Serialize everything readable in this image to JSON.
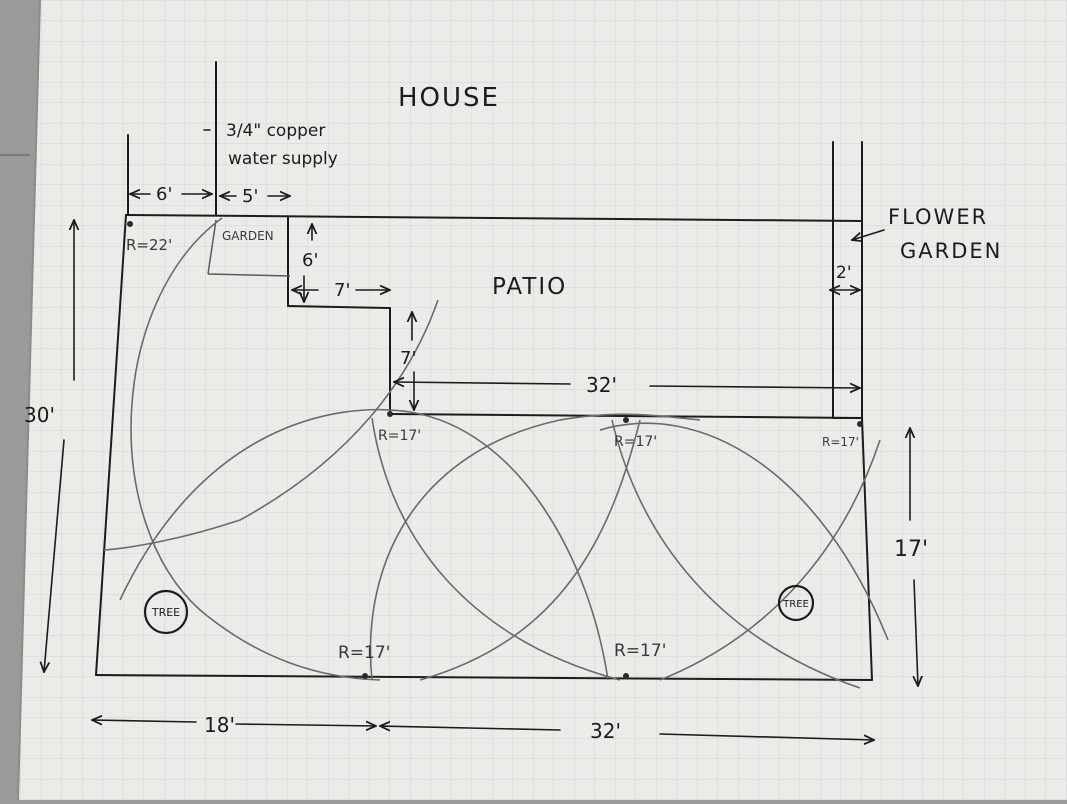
{
  "labels": {
    "house": "HOUSE",
    "water_supply_line1": "3/4\" copper",
    "water_supply_line2": "water supply",
    "flower_garden_line1": "FLOWER",
    "flower_garden_line2": "GARDEN",
    "patio": "PATIO",
    "garden": "GARDEN",
    "tree_left": "TREE",
    "tree_right": "TREE"
  },
  "dimensions": {
    "d_6_top": "6'",
    "d_5_top": "5'",
    "d_6_vertical": "6'",
    "d_7_horizontal": "7'",
    "d_7_vertical": "7'",
    "d_32_patio": "32'",
    "d_2_flower": "2'",
    "d_30_left": "30'",
    "d_17_right": "17'",
    "d_18_bottom": "18'",
    "d_32_bottom": "32'"
  },
  "sprinkler_radii": {
    "r_corner": "R=22'",
    "r_patio_left": "R=17'",
    "r_patio_mid": "R=17'",
    "r_patio_right": "R=17'",
    "r_bottom_left": "R=17'",
    "r_bottom_right": "R=17'"
  },
  "colors": {
    "paper": "#ecebe8",
    "grid": "#cfd3d8",
    "ink": "#1c1c1c",
    "pencil": "#5a5a5a"
  }
}
